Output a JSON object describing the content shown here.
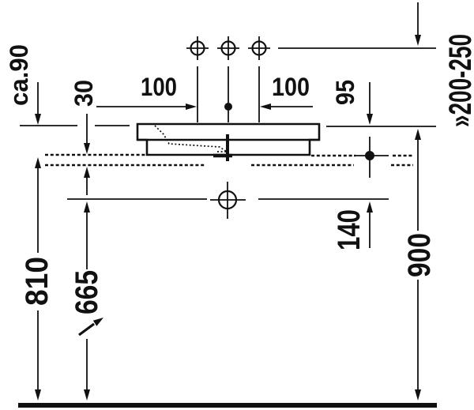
{
  "drawing": {
    "background_color": "#ffffff",
    "line_color": "#111111",
    "dimension_labels": {
      "ca90": "ca.90",
      "d30": "30",
      "d100_left": "100",
      "d100_right": "100",
      "d95": "95",
      "d200_250": "»200-250",
      "d140": "140",
      "d665": "665",
      "d810": "810",
      "d900": "900"
    }
  }
}
